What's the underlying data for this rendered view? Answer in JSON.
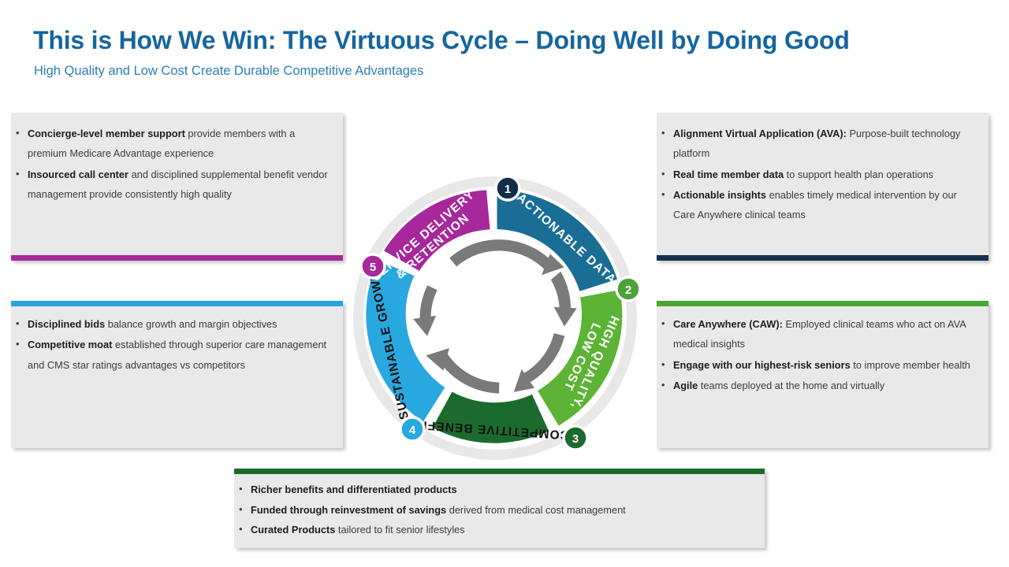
{
  "header": {
    "title": "This is How We Win: The Virtuous Cycle – Doing Well by Doing Good",
    "subtitle": "High Quality and Low Cost Create Durable Competitive Advantages",
    "title_color": "#16669e",
    "subtitle_color": "#2a7fb8"
  },
  "callouts": {
    "top_left": {
      "accent_color": "#a7289b",
      "accent_position": "bottom",
      "bullets": [
        {
          "bold": "Concierge-level member support",
          "rest": " provide members with a premium Medicare Advantage experience"
        },
        {
          "bold": "Insourced call center",
          "rest": " and disciplined supplemental benefit vendor management provide consistently high quality"
        }
      ]
    },
    "top_right": {
      "accent_color": "#15304f",
      "accent_position": "bottom",
      "bullets": [
        {
          "bold": "Alignment Virtual Application (AVA):",
          "rest": " Purpose-built technology platform"
        },
        {
          "bold": "Real time member data",
          "rest": " to support health plan operations"
        },
        {
          "bold": "Actionable insights",
          "rest": " enables timely medical intervention by our Care Anywhere clinical teams"
        }
      ]
    },
    "bottom_left": {
      "accent_color": "#27a3dc",
      "accent_position": "top",
      "bullets": [
        {
          "bold": "Disciplined bids",
          "rest": " balance growth and margin objectives"
        },
        {
          "bold": "Competitive moat",
          "rest": " established through superior care management and CMS star ratings advantages vs competitors"
        }
      ]
    },
    "bottom_right": {
      "accent_color": "#4ba635",
      "accent_position": "top",
      "bullets": [
        {
          "bold": "Care Anywhere (CAW):",
          "rest": " Employed clinical teams who act on AVA medical insights"
        },
        {
          "bold": "Engage with our highest-risk seniors",
          "rest": " to improve member health"
        },
        {
          "bold": "Agile",
          "rest": " teams deployed at the home and virtually"
        }
      ]
    },
    "bottom_center": {
      "accent_color": "#1b6b2b",
      "accent_position": "top",
      "bullets": [
        {
          "bold": "Richer benefits and differentiated products",
          "rest": ""
        },
        {
          "bold": "Funded through reinvestment of savings",
          "rest": " derived from medical cost management"
        },
        {
          "bold": "Curated Products",
          "rest": " tailored to fit senior lifestyles"
        }
      ]
    }
  },
  "diagram": {
    "type": "cycle",
    "ring_background": "#e8e8e8",
    "arrow_color": "#7a7a7a",
    "segments": [
      {
        "number": "1",
        "label_lines": [
          "ACTIONABLE DATA"
        ],
        "color": "#1a6e96",
        "badge_color": "#142c4b",
        "label_color": "#ffffff"
      },
      {
        "number": "2",
        "label_lines": [
          "HIGH QUALITY,",
          "LOW COST"
        ],
        "color": "#5cb335",
        "badge_color": "#4ba13a",
        "label_color": "#ffffff"
      },
      {
        "number": "3",
        "label_lines": [
          "COMPETITIVE BENEFITS"
        ],
        "color": "#1c6b2e",
        "badge_color": "#1c6b2e",
        "label_color": "#111111"
      },
      {
        "number": "4",
        "label_lines": [
          "SUSTAINABLE GROWTH"
        ],
        "color": "#29a8df",
        "badge_color": "#29a8df",
        "label_color": "#111111"
      },
      {
        "number": "5",
        "label_lines": [
          "SERVICE DELIVERY",
          "& RETENTION"
        ],
        "color": "#a7289b",
        "badge_color": "#a7289b",
        "label_color": "#ffffff"
      }
    ]
  }
}
